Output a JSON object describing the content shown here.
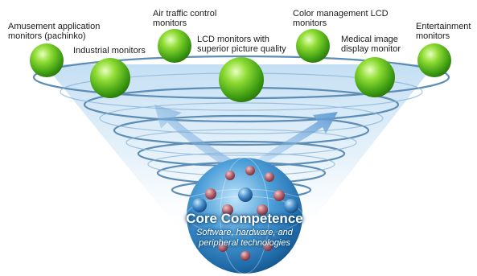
{
  "markets": {
    "amusement": "Amusement application\nmonitors (pachinko)",
    "industrial": "Industrial monitors",
    "air_traffic": "Air traffic control\nmonitors",
    "lcd_quality": "LCD monitors with\nsuperior picture quality",
    "color_mgmt": "Color management LCD\nmonitors",
    "medical": "Medical image\ndisplay monitor",
    "entertainment": "Entertainment\nmonitors"
  },
  "core": {
    "title": "Core Competence",
    "subtitle": "Software, hardware, and\nperipheral technologies"
  },
  "colors": {
    "sphere_green": "#5cc21f",
    "core_blue": "#2f86c6",
    "ring_blue": "#5d8db5",
    "funnel_blue": "#9cc7e8",
    "arrow_blue": "#6fa7d8",
    "node_red": "#b0606a"
  }
}
